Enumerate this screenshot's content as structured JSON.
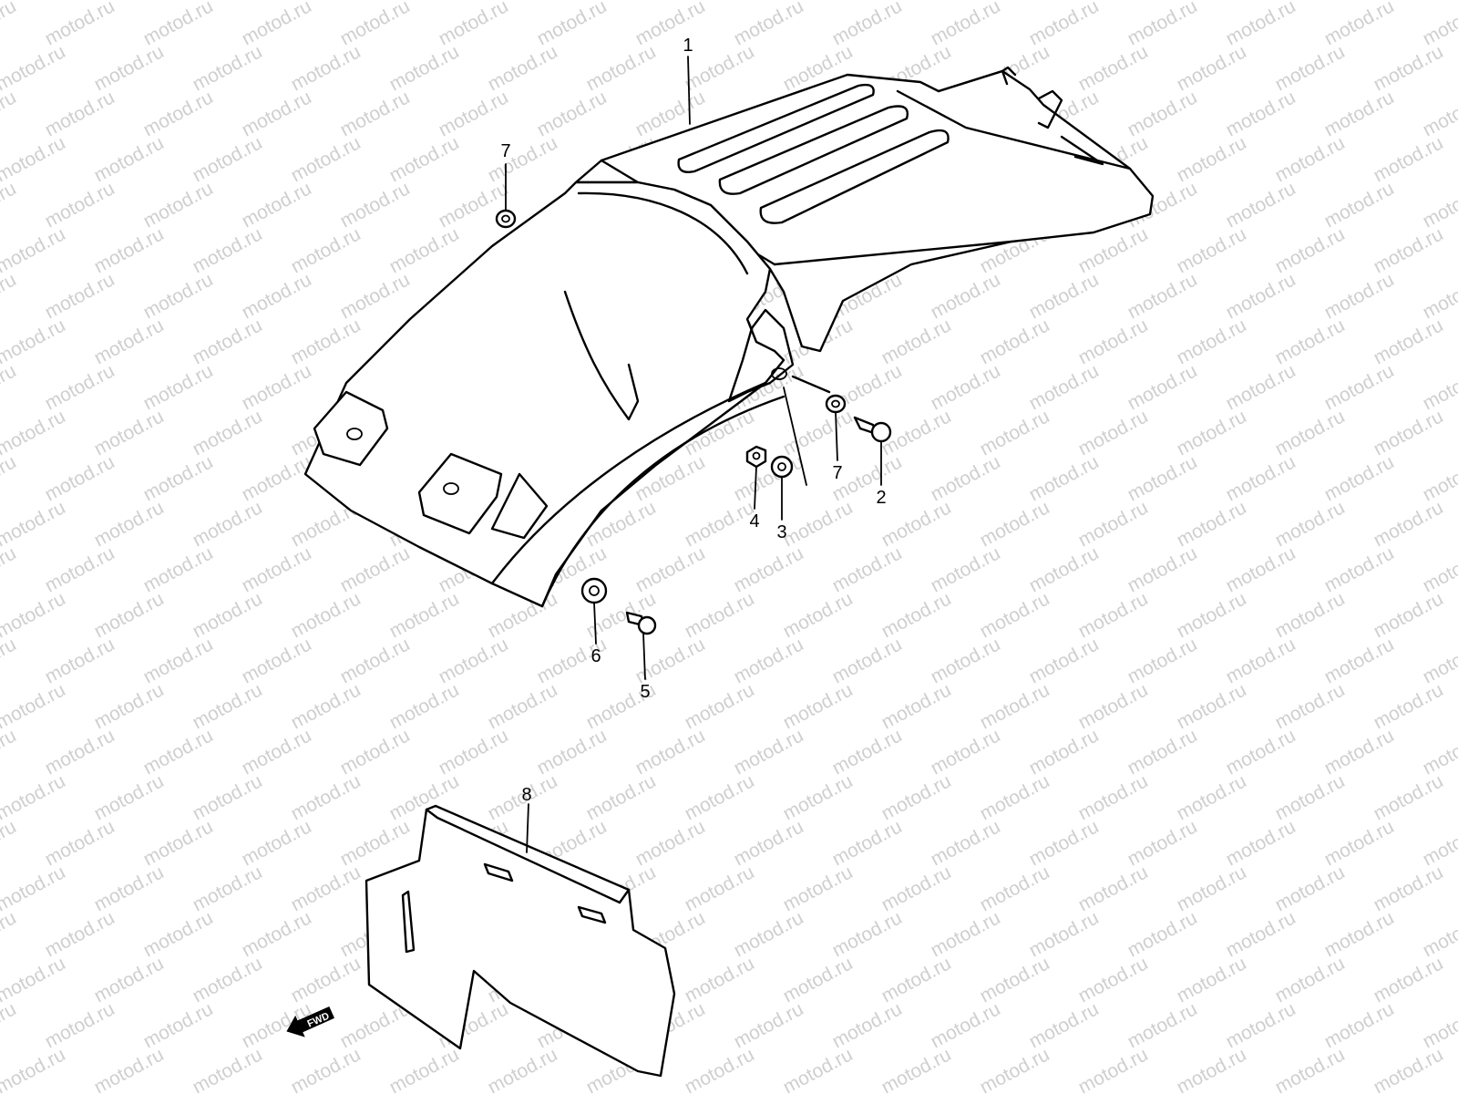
{
  "watermark": {
    "text": "motod.ru",
    "color": "#cfcfcf"
  },
  "line_color": "#000000",
  "parts": {
    "p1": "1",
    "p2": "2",
    "p3": "3",
    "p4": "4",
    "p5": "5",
    "p6": "6",
    "p7a": "7",
    "p7b": "7",
    "p8": "8"
  },
  "direction_arrow": {
    "label": "FWD",
    "icon": "forward-arrow-icon"
  }
}
